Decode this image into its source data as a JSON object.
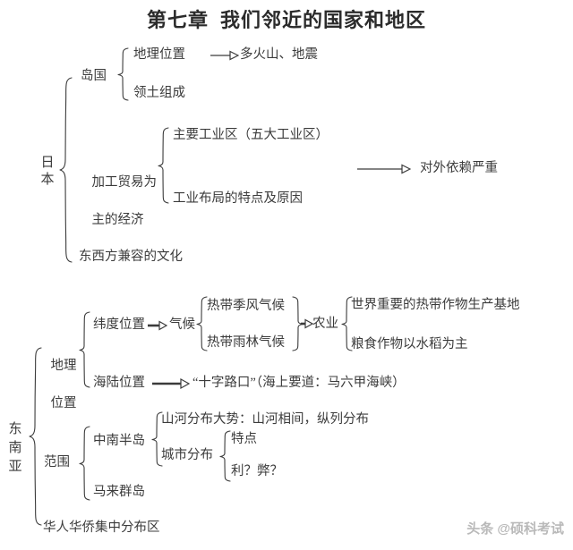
{
  "document": {
    "title": "第七章  我们邻近的国家和地区",
    "watermark": "头条 @硕科考试",
    "text_color": "#3b3b3b",
    "background_color": "#ffffff"
  },
  "japan": {
    "root_label": "日本",
    "branch_island": {
      "label": "岛国",
      "children": [
        "地理位置",
        "领土组成"
      ],
      "consequence": "多火山、地震"
    },
    "branch_economy": {
      "label_line1": "加工贸易为",
      "label_line2": "主的经济",
      "children": [
        "主要工业区（五大工业区）",
        "工业布局的特点及原因"
      ],
      "consequence": "对外依赖严重"
    },
    "branch_culture": {
      "label": "东西方兼容的文化"
    }
  },
  "southeast_asia": {
    "root_label": "东南亚",
    "branch_location": {
      "label_line1": "地理",
      "label_line2": "位置",
      "latitude": {
        "label": "纬度位置",
        "target": "气候",
        "children": [
          "热带季风气候",
          "热带雨林气候"
        ],
        "result": {
          "label": "农业",
          "children": [
            "世界重要的热带作物生产基地",
            "粮食作物以水稻为主"
          ]
        }
      },
      "sea_land": {
        "label": "海陆位置",
        "target": "“十字路口”（海上要道：马六甲海峡）"
      }
    },
    "branch_scope": {
      "label": "范围",
      "indochina": {
        "label": "中南半岛",
        "children": [
          "山河分布大势：山河相间，纵列分布",
          "城市分布"
        ],
        "city_sub": [
          "特点",
          "利？弊？"
        ]
      },
      "malay": {
        "label": "马来群岛"
      }
    },
    "branch_overseas": {
      "label": "华人华侨集中分布区"
    }
  }
}
